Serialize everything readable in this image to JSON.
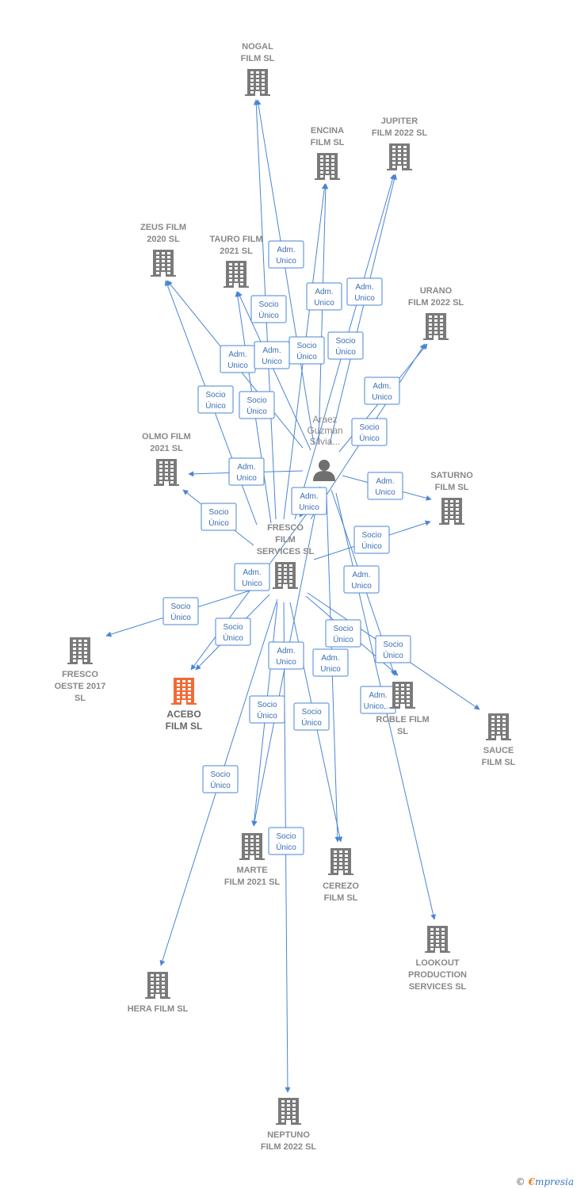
{
  "person": {
    "id": "araez",
    "lines": [
      "Araez",
      "Guzman",
      "Silvia..."
    ]
  },
  "nodes": [
    {
      "id": "nogal",
      "lines": [
        "NOGAL",
        "FILM  SL"
      ],
      "focus": false
    },
    {
      "id": "encina",
      "lines": [
        "ENCINA",
        "FILM  SL"
      ],
      "focus": false
    },
    {
      "id": "jupiter",
      "lines": [
        "JUPITER",
        "FILM 2022  SL"
      ],
      "focus": false
    },
    {
      "id": "zeus",
      "lines": [
        "ZEUS FILM",
        "2020  SL"
      ],
      "focus": false
    },
    {
      "id": "tauro",
      "lines": [
        "TAURO FILM",
        "2021  SL"
      ],
      "focus": false
    },
    {
      "id": "urano",
      "lines": [
        "URANO",
        "FILM 2022  SL"
      ],
      "focus": false
    },
    {
      "id": "olmo",
      "lines": [
        "OLMO FILM",
        "2021  SL"
      ],
      "focus": false
    },
    {
      "id": "saturno",
      "lines": [
        "SATURNO",
        "FILM  SL"
      ],
      "focus": false
    },
    {
      "id": "fresco_services",
      "lines": [
        "FRESCO",
        "FILM",
        "SERVICES SL"
      ],
      "focus": false
    },
    {
      "id": "fresco_oeste",
      "lines": [
        "FRESCO",
        "OESTE 2017",
        "SL"
      ],
      "focus": false
    },
    {
      "id": "acebo",
      "lines": [
        "ACEBO",
        "FILM  SL"
      ],
      "focus": true
    },
    {
      "id": "roble",
      "lines": [
        "ROBLE FILM",
        "SL"
      ],
      "focus": false
    },
    {
      "id": "sauce",
      "lines": [
        "SAUCE",
        "FILM  SL"
      ],
      "focus": false
    },
    {
      "id": "marte",
      "lines": [
        "MARTE",
        "FILM 2021  SL"
      ],
      "focus": false
    },
    {
      "id": "cerezo",
      "lines": [
        "CEREZO",
        "FILM  SL"
      ],
      "focus": false
    },
    {
      "id": "lookout",
      "lines": [
        "LOOKOUT",
        "PRODUCTION",
        "SERVICES SL"
      ],
      "focus": false
    },
    {
      "id": "hera",
      "lines": [
        "HERA FILM  SL"
      ],
      "focus": false
    },
    {
      "id": "neptuno",
      "lines": [
        "NEPTUNO",
        "FILM 2022  SL"
      ],
      "focus": false
    }
  ],
  "edges": [
    {
      "from": "araez",
      "to": "nogal",
      "lines": [
        "Adm.",
        "Unico"
      ]
    },
    {
      "from": "fresco_services",
      "to": "nogal",
      "lines": [
        "Socio",
        "Único"
      ]
    },
    {
      "from": "araez",
      "to": "encina",
      "lines": [
        "Adm.",
        "Unico"
      ]
    },
    {
      "from": "fresco_services",
      "to": "encina",
      "lines": [
        "Socio",
        "Único"
      ]
    },
    {
      "from": "araez",
      "to": "jupiter",
      "lines": [
        "Adm.",
        "Unico"
      ]
    },
    {
      "from": "fresco_services",
      "to": "jupiter",
      "lines": [
        "Socio",
        "Único"
      ]
    },
    {
      "from": "araez",
      "to": "zeus",
      "lines": [
        "Adm.",
        "Unico"
      ]
    },
    {
      "from": "fresco_services",
      "to": "zeus",
      "lines": [
        "Socio",
        "Único"
      ]
    },
    {
      "from": "araez",
      "to": "tauro",
      "lines": [
        "Adm.",
        "Unico"
      ]
    },
    {
      "from": "fresco_services",
      "to": "tauro",
      "lines": [
        "Socio",
        "Único"
      ]
    },
    {
      "from": "araez",
      "to": "urano",
      "lines": [
        "Adm.",
        "Unico"
      ]
    },
    {
      "from": "fresco_services",
      "to": "urano",
      "lines": [
        "Socio",
        "Único"
      ]
    },
    {
      "from": "araez",
      "to": "olmo",
      "lines": [
        "Adm.",
        "Unico"
      ]
    },
    {
      "from": "fresco_services",
      "to": "olmo",
      "lines": [
        "Socio",
        "Único"
      ]
    },
    {
      "from": "araez",
      "to": "saturno",
      "lines": [
        "Adm.",
        "Unico"
      ]
    },
    {
      "from": "fresco_services",
      "to": "saturno",
      "lines": [
        "Socio",
        "Único"
      ]
    },
    {
      "from": "araez",
      "to": "fresco_services",
      "lines": [
        "Adm.",
        "Unico"
      ]
    },
    {
      "from": "fresco_services",
      "to": "fresco_oeste",
      "lines": [
        "Socio",
        "Único"
      ]
    },
    {
      "from": "araez",
      "to": "acebo",
      "lines": [
        "Adm.",
        "Unico"
      ]
    },
    {
      "from": "fresco_services",
      "to": "acebo",
      "lines": [
        "Socio",
        "Único"
      ]
    },
    {
      "from": "araez",
      "to": "roble",
      "lines": [
        "Adm.",
        "Unico,..."
      ]
    },
    {
      "from": "fresco_services",
      "to": "roble",
      "lines": [
        "Socio",
        "Único"
      ]
    },
    {
      "from": "fresco_services",
      "to": "sauce",
      "lines": [
        "Socio",
        "Único"
      ]
    },
    {
      "from": "araez",
      "to": "marte",
      "lines": [
        "Adm.",
        "Unico"
      ]
    },
    {
      "from": "fresco_services",
      "to": "marte",
      "lines": [
        "Socio",
        "Único"
      ]
    },
    {
      "from": "araez",
      "to": "cerezo",
      "lines": [
        "Adm.",
        "Unico"
      ]
    },
    {
      "from": "fresco_services",
      "to": "cerezo",
      "lines": [
        "Socio",
        "Único"
      ]
    },
    {
      "from": "araez",
      "to": "lookout",
      "lines": [
        "Adm.",
        "Unico"
      ]
    },
    {
      "from": "fresco_services",
      "to": "hera",
      "lines": [
        "Socio",
        "Único"
      ]
    },
    {
      "from": "fresco_services",
      "to": "neptuno",
      "lines": [
        "Socio",
        "Único"
      ]
    }
  ],
  "colors": {
    "edge": "#4a86d4",
    "building": "#7a7a7a",
    "focus_building": "#f26a35",
    "person": "#6f6f6f"
  },
  "footer": {
    "copyright": "©",
    "brand_initial": "€",
    "brand_rest": "mpresia"
  }
}
